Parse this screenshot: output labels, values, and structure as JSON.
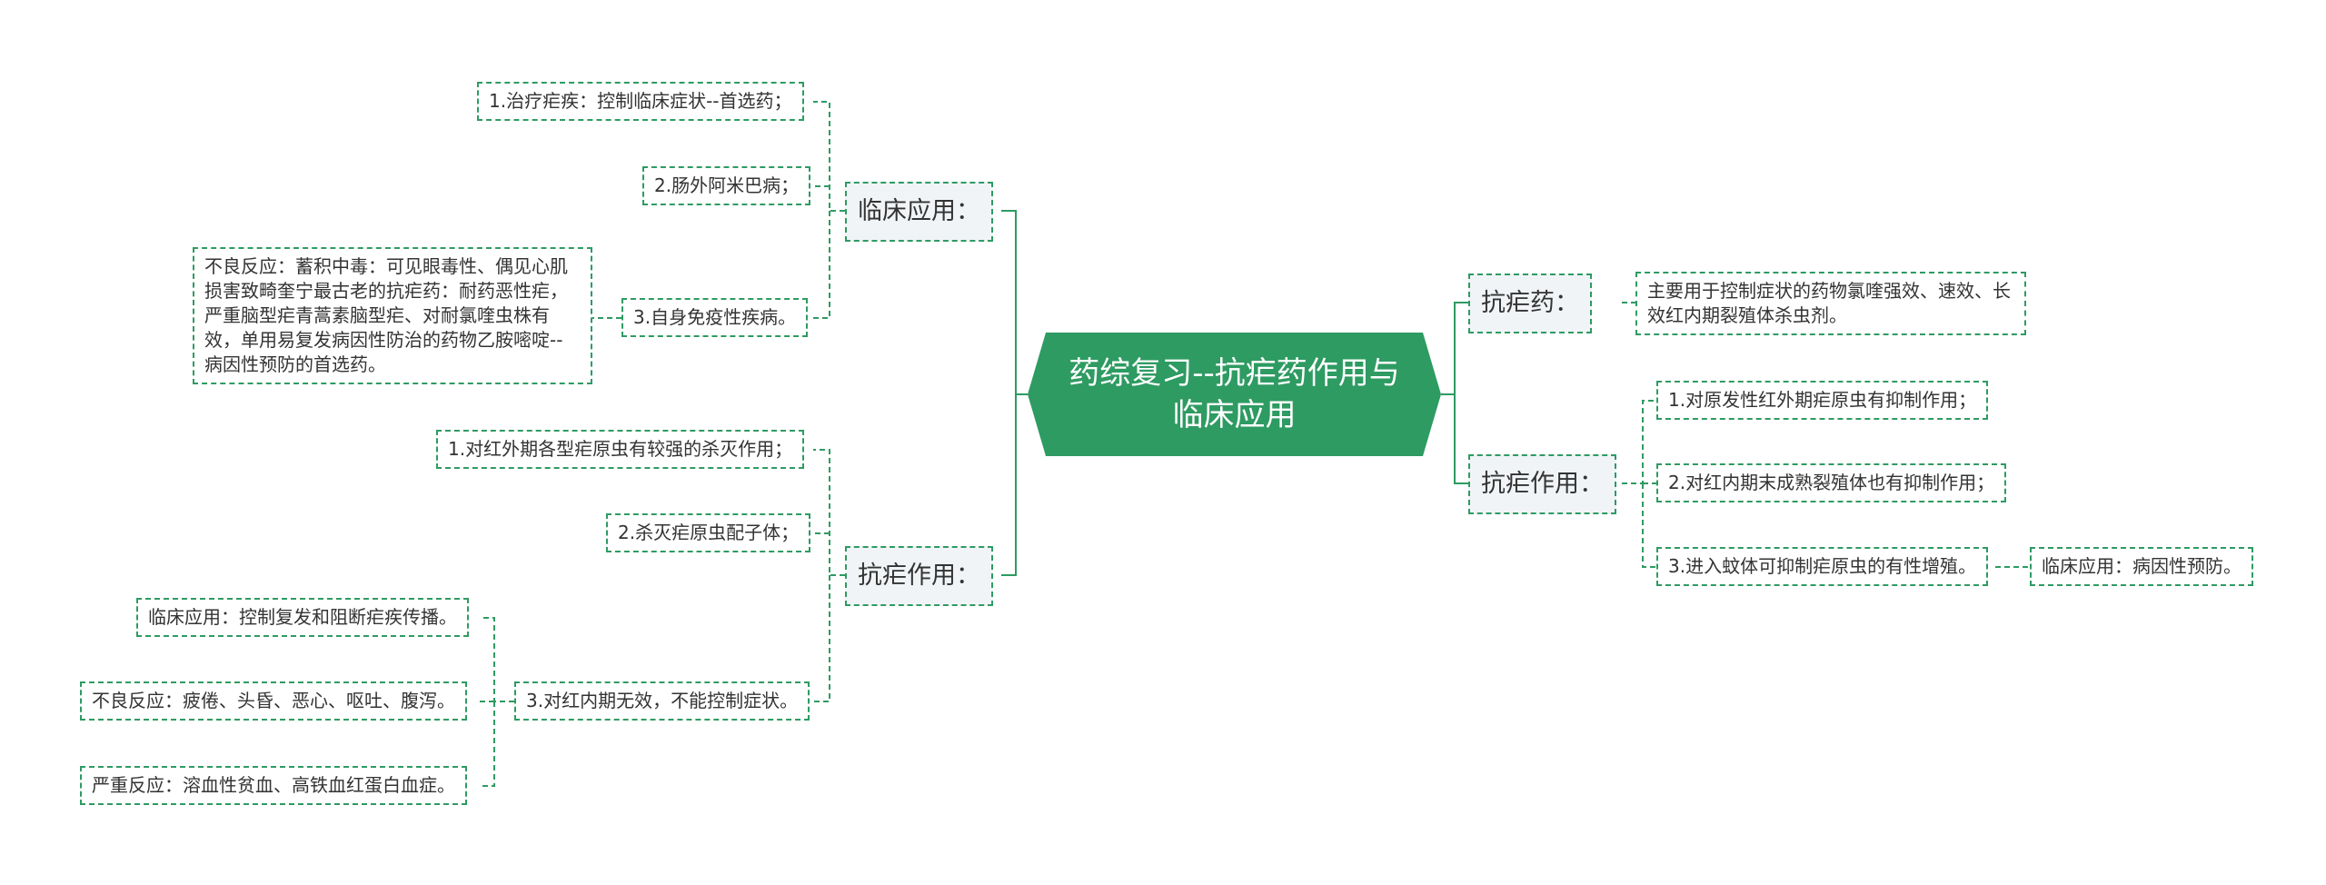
{
  "root": {
    "title": "药综复习--抗疟药作用与临床应用"
  },
  "left_top": {
    "label": "临床应用：",
    "items": [
      "1.治疗疟疾：控制临床症状--首选药；",
      "2.肠外阿米巴病；",
      "3.自身免疫性疾病。"
    ],
    "note": "不良反应：蓄积中毒：可见眼毒性、偶见心肌损害致畸奎宁最古老的抗疟药：耐药恶性疟，严重脑型疟青蒿素脑型疟、对耐氯喹虫株有效，单用易复发病因性防治的药物乙胺嘧啶--病因性预防的首选药。"
  },
  "left_bottom": {
    "label": "抗疟作用：",
    "items": [
      "1.对红外期各型疟原虫有较强的杀灭作用；",
      "2.杀灭疟原虫配子体；",
      "3.对红内期无效，不能控制症状。"
    ],
    "sub_items": [
      "临床应用：控制复发和阻断疟疾传播。",
      "不良反应：疲倦、头昏、恶心、呕吐、腹泻。",
      "严重反应：溶血性贫血、高铁血红蛋白血症。"
    ]
  },
  "right_top": {
    "label": "抗疟药：",
    "desc": "主要用于控制症状的药物氯喹强效、速效、长效红内期裂殖体杀虫剂。"
  },
  "right_bottom": {
    "label": "抗疟作用：",
    "items": [
      "1.对原发性红外期疟原虫有抑制作用；",
      "2.对红内期末成熟裂殖体也有抑制作用；",
      "3.进入蚊体可抑制疟原虫的有性增殖。"
    ],
    "sub_item": "临床应用：病因性预防。"
  }
}
